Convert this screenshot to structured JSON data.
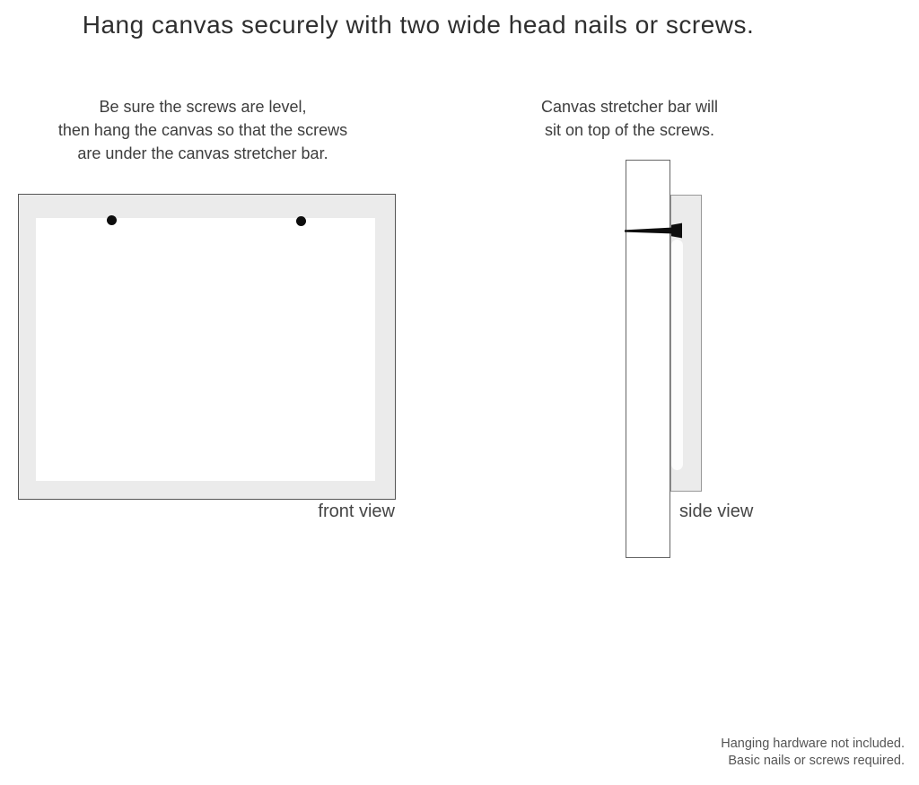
{
  "title": "Hang canvas securely with two wide head nails or screws.",
  "instructions": {
    "front": {
      "lines": [
        "Be sure the screws are level,",
        "then hang the canvas so that the screws",
        "are under the canvas stretcher bar."
      ]
    },
    "side": {
      "lines": [
        "Canvas stretcher bar will",
        "sit on top of the screws."
      ]
    }
  },
  "diagrams": {
    "front_view": {
      "label": "front view",
      "nail_heads_shown": 2
    },
    "side_view": {
      "label": "side view",
      "nails_shown": 1
    }
  },
  "footnote": {
    "lines": [
      "Hanging hardware not included.",
      "Basic nails or screws required."
    ]
  },
  "colors": {
    "background": "#ffffff",
    "canvas_frame_gray": "#ebebeb",
    "outline_dark": "#555555",
    "outline_light": "#999999",
    "nail_black": "#0d0d0d",
    "text_title": "#2f2f2f",
    "text_body": "#3d3d3d",
    "text_muted": "#555555"
  }
}
